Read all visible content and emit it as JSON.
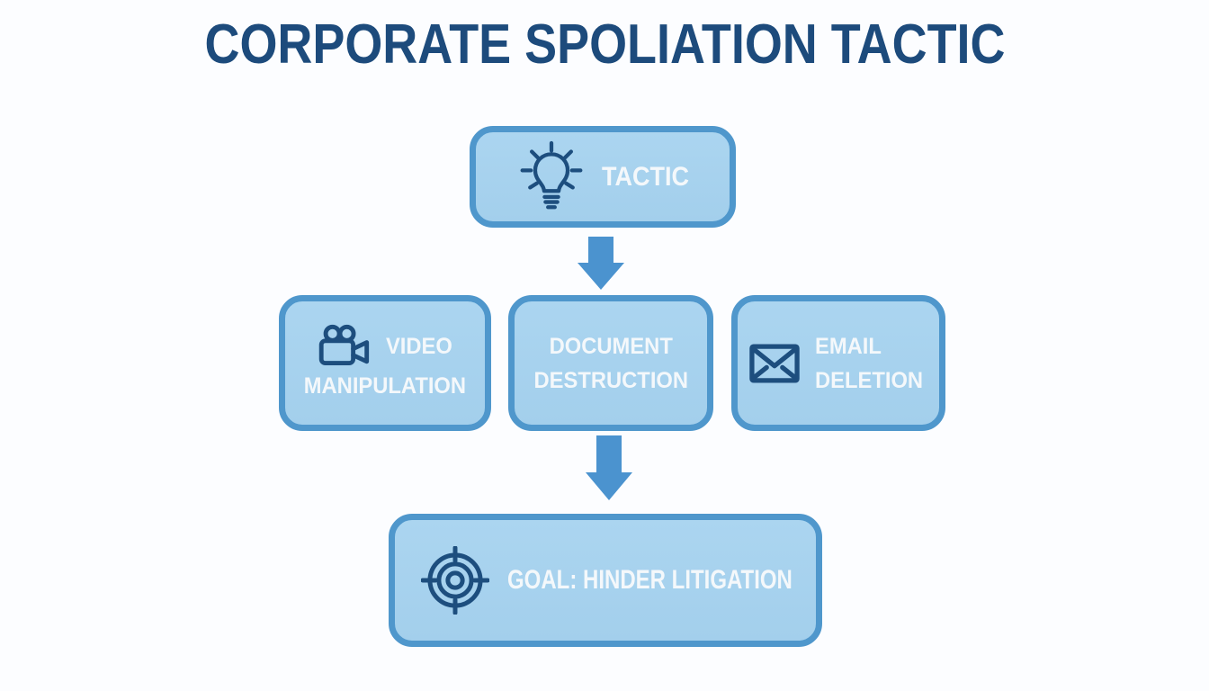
{
  "title": "CORPORATE SPOLIATION TACTIC",
  "colors": {
    "background": "#fcfdff",
    "title_text": "#1d4b7c",
    "box_fill": "#a8d2ee",
    "box_border": "#4f97cc",
    "box_text": "#f4f8fb",
    "arrow": "#4b93cf",
    "icon": "#1d4e7e"
  },
  "diagram": {
    "tactic_box": {
      "label": "TACTIC",
      "icon": "lightbulb-icon"
    },
    "middle_row": [
      {
        "label_line1": "VIDEO",
        "label_line2": "MANIPULATION",
        "icon": "video-camera-icon"
      },
      {
        "label_line1": "DOCUMENT",
        "label_line2": "DESTRUCTION"
      },
      {
        "label_line1": "EMAIL",
        "label_line2": "DELETION",
        "icon": "envelope-icon"
      }
    ],
    "goal_box": {
      "label": "GOAL: HINDER LITIGATION",
      "icon": "target-icon"
    }
  }
}
